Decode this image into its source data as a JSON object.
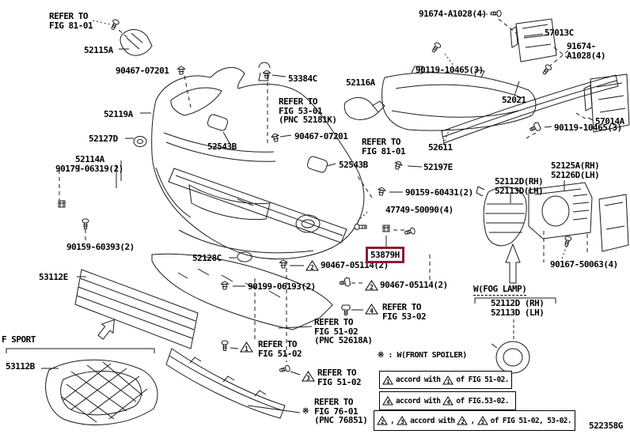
{
  "colors": {
    "ink": "#1a1a1a",
    "highlight_border": "#8e1b33",
    "background": "#ffffff"
  },
  "footer": {
    "drawing_number": "522358G"
  },
  "highlight": {
    "part_number": "53879H"
  },
  "section_labels": {
    "f_sport": "F SPORT",
    "fog_lamp": "W(FOG LAMP)"
  },
  "notes": {
    "spoiler_note": "※ : W(FRONT SPOILER)",
    "star_symbol": "※"
  },
  "labels": [
    {
      "id": "ref-fig-81-01-top",
      "text": "REFER TO\nFIG 81-01"
    },
    {
      "id": "part-52115A",
      "text": "52115A"
    },
    {
      "id": "part-90467-07201-top",
      "text": "90467-07201"
    },
    {
      "id": "part-52119A",
      "text": "52119A"
    },
    {
      "id": "part-52127D",
      "text": "52127D"
    },
    {
      "id": "part-52114A",
      "text": "52114A"
    },
    {
      "id": "part-90179-06319",
      "text": "90179-06319(2)"
    },
    {
      "id": "part-90159-60393",
      "text": "90159-60393(2)"
    },
    {
      "id": "part-53112E",
      "text": "53112E"
    },
    {
      "id": "part-53112B",
      "text": "53112B"
    },
    {
      "id": "part-53384C",
      "text": "53384C"
    },
    {
      "id": "part-52116A",
      "text": "52116A"
    },
    {
      "id": "ref-fig-53-01",
      "text": "REFER TO\nFIG 53-01\n(PNC 52181K)"
    },
    {
      "id": "part-90467-07201-mid",
      "text": "90467-07201"
    },
    {
      "id": "part-52543B-left",
      "text": "52543B"
    },
    {
      "id": "ref-fig-81-01-mid",
      "text": "REFER TO\nFIG 81-01"
    },
    {
      "id": "part-52543B-right",
      "text": "52543B"
    },
    {
      "id": "part-52611",
      "text": "52611"
    },
    {
      "id": "part-52197E",
      "text": "52197E"
    },
    {
      "id": "part-90159-60431",
      "text": "90159-60431(2)"
    },
    {
      "id": "part-47749-50090",
      "text": "47749-50090(4)"
    },
    {
      "id": "part-52128C",
      "text": "52128C"
    },
    {
      "id": "part-90199-06193",
      "text": "90199-06193(2)"
    },
    {
      "id": "part-90467-05114-1",
      "text": "90467-05114(2)"
    },
    {
      "id": "part-90467-05114-2",
      "text": "90467-05114(2)"
    },
    {
      "id": "ref-fig-53-02",
      "text": "REFER TO\nFIG 53-02"
    },
    {
      "id": "ref-fig-51-02-pnc",
      "text": "REFER TO\nFIG 51-02\n(PNC 52618A)"
    },
    {
      "id": "ref-fig-51-02-a",
      "text": "REFER TO\nFIG 51-02"
    },
    {
      "id": "ref-fig-51-02-b",
      "text": "REFER TO\nFIG 51-02"
    },
    {
      "id": "ref-fig-76-01",
      "text": "REFER TO\nFIG 76-01\n(PNC 76851)"
    },
    {
      "id": "part-91674-A1028-top",
      "text": "91674-A1028(4)"
    },
    {
      "id": "part-57013C",
      "text": "57013C"
    },
    {
      "id": "part-91674-A1028-right",
      "text": "91674-A1028(4)"
    },
    {
      "id": "part-90119-10465-left",
      "text": "90119-10465(3)"
    },
    {
      "id": "part-52021",
      "text": "52021"
    },
    {
      "id": "part-57014A",
      "text": "57014A"
    },
    {
      "id": "part-90119-10465-right",
      "text": "90119-10465(3)"
    },
    {
      "id": "part-52125A-52126D",
      "text": "52125A(RH)\n52126D(LH)"
    },
    {
      "id": "part-52112D-52113D",
      "text": "52112D(RH)\n52113D(LH)"
    },
    {
      "id": "part-90167-50063",
      "text": "90167-50063(4)"
    },
    {
      "id": "fog-lamp-heading",
      "text": "W(FOG LAMP)"
    },
    {
      "id": "part-52112D-52113D-fog",
      "text": "52112D (RH)\n52113D (LH)"
    }
  ],
  "triangle_markers": [
    {
      "n": "2"
    },
    {
      "n": "2"
    },
    {
      "n": "4"
    },
    {
      "n": "1"
    },
    {
      "n": "3"
    }
  ],
  "legend": {
    "rows": [
      {
        "a": "1",
        "mid": "accord with",
        "b": "1",
        "tail": "of FIG 51-02."
      },
      {
        "a": "4",
        "mid": "accord with",
        "b": "4",
        "tail": "of FIG.53-02."
      },
      {
        "a": "2",
        "c1": ",",
        "a2": "3",
        "mid": "accord with",
        "b": "2",
        "c2": ",",
        "b2": "3",
        "tail": "of FIG 51-02, 53-02."
      }
    ]
  }
}
